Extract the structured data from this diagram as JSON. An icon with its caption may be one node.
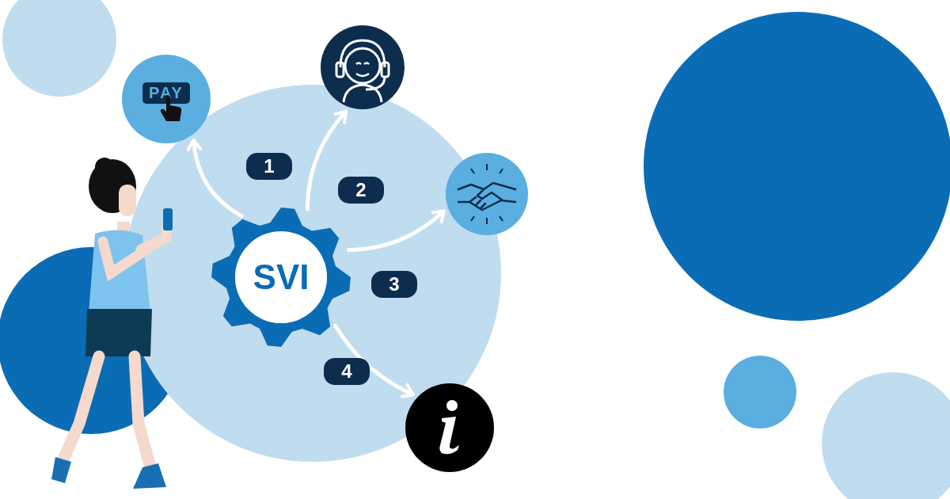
{
  "diagram": {
    "nodes": [
      {
        "text": [
          "SVI"
        ]
      },
      {
        "text": [
          "PAY"
        ]
      },
      {
        "text": [],
        "shape": "picture"
      },
      {
        "text": [],
        "shape": "picture"
      },
      {
        "text": [],
        "shape": "picture"
      }
    ],
    "edges": [
      {
        "from": 0,
        "to": 1,
        "arrow": "to",
        "label": "1"
      },
      {
        "from": 0,
        "to": 2,
        "arrow": "to",
        "label": "2"
      },
      {
        "from": 0,
        "to": 3,
        "arrow": "to",
        "label": "3"
      },
      {
        "from": 0,
        "to": 4,
        "arrow": "to",
        "label": "4"
      }
    ]
  }
}
